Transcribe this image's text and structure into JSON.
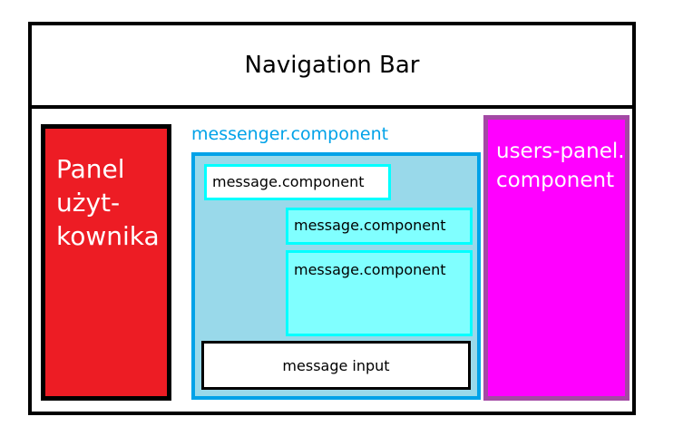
{
  "navbar": {
    "title": "Navigation Bar"
  },
  "user_panel": {
    "lines": [
      "Panel",
      "użyt-",
      "kownika"
    ]
  },
  "messenger": {
    "label": "messenger.component",
    "messages": [
      "message.component",
      "message.component",
      "message.component"
    ],
    "input_label": "message input"
  },
  "users_panel": {
    "lines": [
      "users-panel.",
      "component"
    ]
  },
  "colors": {
    "user_panel_fill": "#ed1c24",
    "messenger_border": "#00a2e8",
    "messenger_fill": "#99d9ea",
    "message_border": "#00ffff",
    "message_fill": "#80ffff",
    "users_panel_fill": "#ff00ff",
    "users_panel_border": "#a349a4"
  }
}
